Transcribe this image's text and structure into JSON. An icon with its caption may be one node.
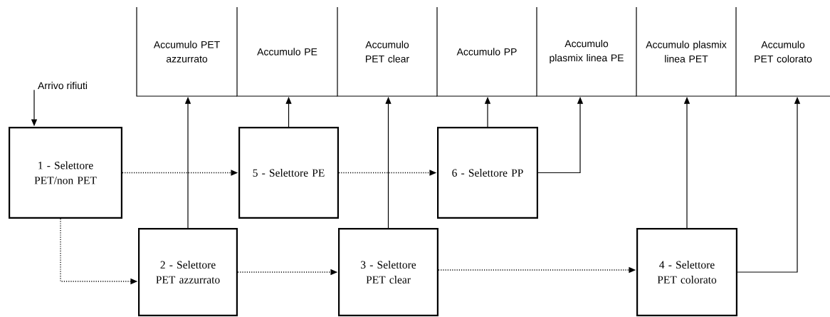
{
  "diagram": {
    "nodes": [
      {
        "text": [
          "Accumulo PET azzurrato"
        ]
      },
      {
        "text": [
          "Accumulo PE"
        ]
      },
      {
        "text": [
          "Accumulo PET clear"
        ]
      },
      {
        "text": [
          "Accumulo PP"
        ]
      },
      {
        "text": [
          "Accumulo plasmix linea PE"
        ]
      },
      {
        "text": [
          "Accumulo plasmix linea PET"
        ]
      },
      {
        "text": [
          "Accumulo PET colorato"
        ]
      },
      {
        "text": [
          "Arrivo rifiuti"
        ]
      },
      {
        "text": [
          "1 - Selettore PET/non PET"
        ]
      },
      {
        "text": [
          "5 - Selettore PE"
        ]
      },
      {
        "text": [
          "6 - Selettore PP"
        ]
      },
      {
        "text": [
          "2 - Selettore PET azzurrato"
        ]
      },
      {
        "text": [
          "3 - Selettore PET clear"
        ]
      },
      {
        "text": [
          "4 - Selettore PET colorato"
        ]
      }
    ],
    "edges": [
      {
        "from": 7,
        "to": 8,
        "arrow": "to"
      },
      {
        "from": 8,
        "to": 9,
        "arrow": "to",
        "style": "dashed"
      },
      {
        "from": 9,
        "to": 10,
        "arrow": "to",
        "style": "dashed"
      },
      {
        "from": 8,
        "to": 11,
        "arrow": "to",
        "style": "dashed"
      },
      {
        "from": 11,
        "to": 12,
        "arrow": "to",
        "style": "dashed"
      },
      {
        "from": 12,
        "to": 13,
        "arrow": "to",
        "style": "dashed"
      },
      {
        "from": 11,
        "to": 0,
        "arrow": "to"
      },
      {
        "from": 9,
        "to": 1,
        "arrow": "to"
      },
      {
        "from": 12,
        "to": 2,
        "arrow": "to"
      },
      {
        "from": 10,
        "to": 3,
        "arrow": "to"
      },
      {
        "from": 10,
        "to": 4,
        "arrow": "to"
      },
      {
        "from": 13,
        "to": 5,
        "arrow": "to"
      },
      {
        "from": 13,
        "to": 6,
        "arrow": "to"
      }
    ]
  }
}
